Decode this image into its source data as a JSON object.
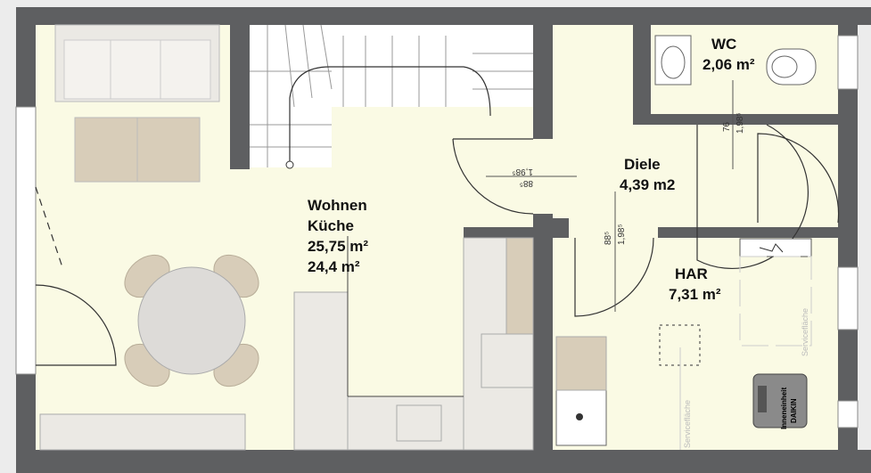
{
  "rooms": {
    "wohnen": {
      "name1": "Wohnen",
      "name2": "Küche",
      "area1": "25,75 m²",
      "area2": "24,4 m²"
    },
    "wc": {
      "name": "WC",
      "area": "2,06 m²"
    },
    "diele": {
      "name": "Diele",
      "area": "4,39 m2"
    },
    "har": {
      "name": "HAR",
      "area": "7,31 m²"
    }
  },
  "dimensions": {
    "door_wc_width": "76",
    "door_wc_height": "1,98⁵",
    "door_diele_width": "88⁵",
    "door_diele_height": "1,98⁵",
    "door_har_width": "88⁵",
    "door_har_height": "1,98⁵"
  },
  "labels": {
    "service_area": "Servicefläche",
    "indoor_unit_1": "Inneneinheit",
    "indoor_unit_2": "DAIKIN"
  },
  "colors": {
    "wall": "#5e5f61",
    "floor": "#fafae4",
    "furniture": "#d8cdb9",
    "fixture": "#ebe9e4"
  }
}
